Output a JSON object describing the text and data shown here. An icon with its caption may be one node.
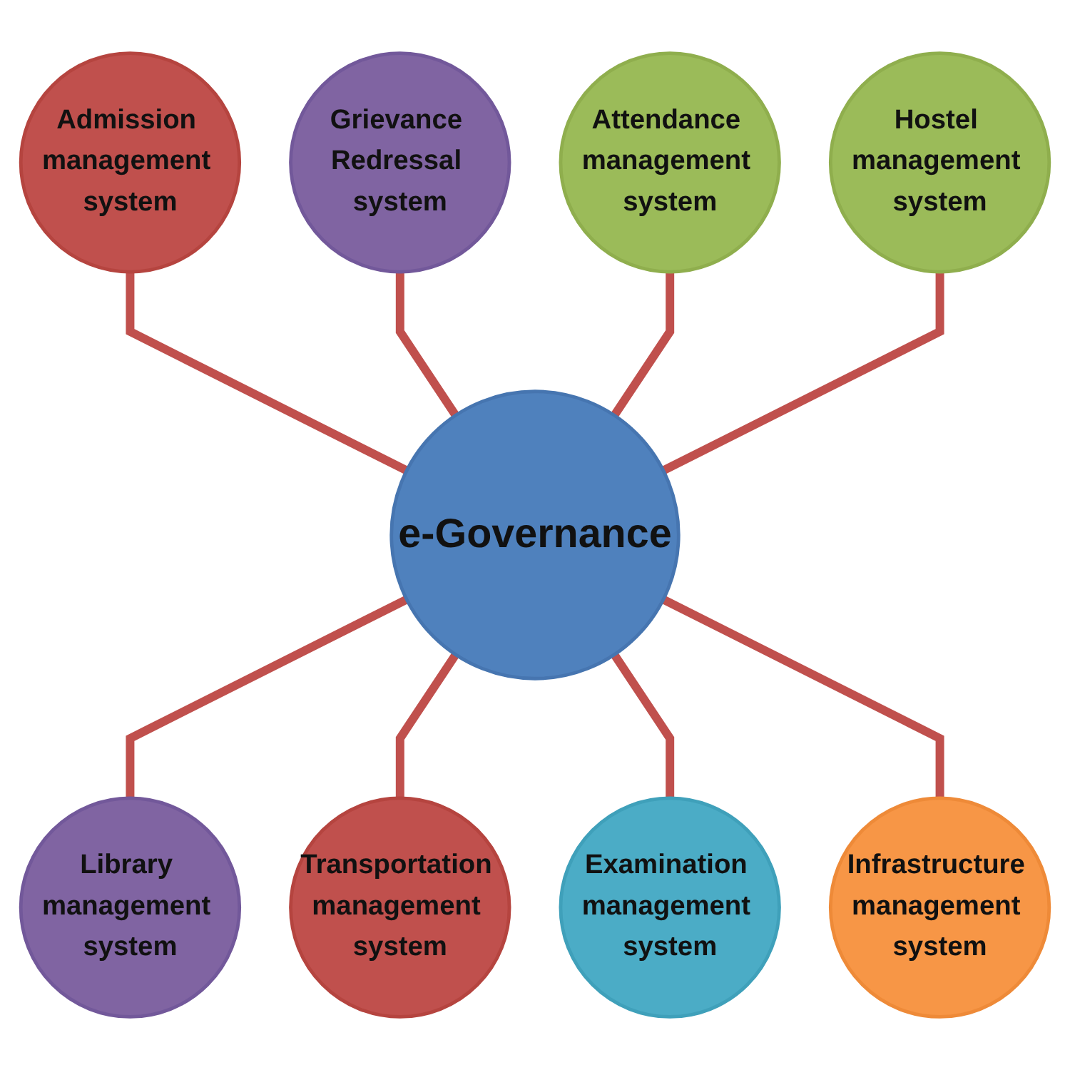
{
  "diagram": {
    "nodes": [
      {
        "text": [
          "Admission management system"
        ]
      },
      {
        "text": [
          "Grievance Redressal system"
        ]
      },
      {
        "text": [
          "Attendance management system"
        ]
      },
      {
        "text": [
          "Hostel management system"
        ]
      },
      {
        "text": [
          "e-Governance"
        ]
      },
      {
        "text": [
          "Library management system"
        ]
      },
      {
        "text": [
          "Transportation management system"
        ]
      },
      {
        "text": [
          "Examination management system"
        ]
      },
      {
        "text": [
          "Infrastructure management system"
        ]
      }
    ],
    "edges": [
      {
        "from": 0,
        "to": 4,
        "arrow": "none"
      },
      {
        "from": 1,
        "to": 4,
        "arrow": "none"
      },
      {
        "from": 2,
        "to": 4,
        "arrow": "none"
      },
      {
        "from": 3,
        "to": 4,
        "arrow": "none"
      },
      {
        "from": 4,
        "to": 5,
        "arrow": "none"
      },
      {
        "from": 4,
        "to": 6,
        "arrow": "none"
      },
      {
        "from": 4,
        "to": 7,
        "arrow": "none"
      },
      {
        "from": 4,
        "to": 8,
        "arrow": "none"
      }
    ]
  }
}
